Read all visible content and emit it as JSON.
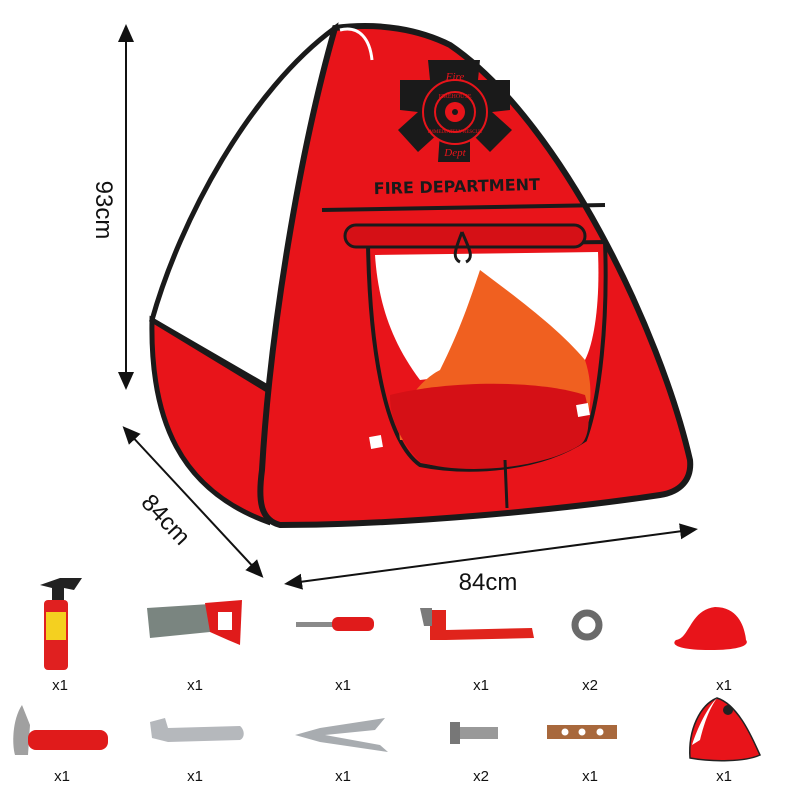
{
  "dimensions": {
    "height": "93cm",
    "depth": "84cm",
    "width": "84cm"
  },
  "tent": {
    "banner": "FIRE DEPARTMENT",
    "badge_top": "Fire",
    "badge_ring_top": "FIREHOUSE",
    "badge_ring_bottom": "IMMEDIATELY RESCUE",
    "badge_bottom": "Dept",
    "colors": {
      "body": "#e8141a",
      "outline": "#1a1a1a",
      "side": "#ffffff",
      "interior": "#f06020"
    }
  },
  "items": [
    {
      "name": "fire-extinguisher",
      "qty": "x1"
    },
    {
      "name": "saw",
      "qty": "x1"
    },
    {
      "name": "screwdriver",
      "qty": "x1"
    },
    {
      "name": "pipe-wrench",
      "qty": "x1"
    },
    {
      "name": "washer",
      "qty": "x2"
    },
    {
      "name": "helmet",
      "qty": "x1"
    },
    {
      "name": "hammer",
      "qty": "x1"
    },
    {
      "name": "adjustable-wrench",
      "qty": "x1"
    },
    {
      "name": "pliers",
      "qty": "x1"
    },
    {
      "name": "bolt",
      "qty": "x2"
    },
    {
      "name": "wood-plank",
      "qty": "x1"
    },
    {
      "name": "mini-tent",
      "qty": "x1"
    }
  ]
}
